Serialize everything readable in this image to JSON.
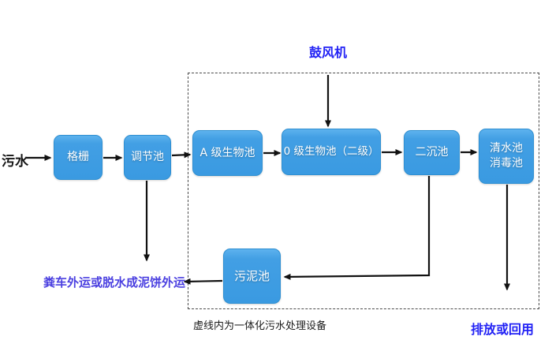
{
  "diagram": {
    "kind": "wastewater-treatment-process-flowchart",
    "nodes": {
      "source_label": "污水",
      "grid_screen": "格栅",
      "regulating_tank": "调节池",
      "a_bio_tank": "A 级生物池",
      "o_bio_tank": "0 级生物池（二级）",
      "secondary_sedimentation_tank": "二沉池",
      "clear_water_tank_line1": "清水池",
      "clear_water_tank_line2": "消毒池",
      "sludge_tank": "污泥池",
      "blower": "鼓风机"
    },
    "labels": {
      "sludge_disposal": "粪车外运或脱水成泥饼外运",
      "dashed_box_caption": "虚线内为一体化污水处理设备",
      "discharge_reuse": "排放或回用"
    },
    "colors": {
      "node_fill": "#3f9fe2",
      "node_fill_highlight": "#5db2ee",
      "node_border": "#2e8fd2",
      "node_text": "#ffffff",
      "blue_label_text": "#2222f5",
      "violet_label_text": "#4a3fe0",
      "black_text": "#141414",
      "arrow": "#111111",
      "dashed_border": "#4a4a4a",
      "background": "#ffffff"
    }
  }
}
